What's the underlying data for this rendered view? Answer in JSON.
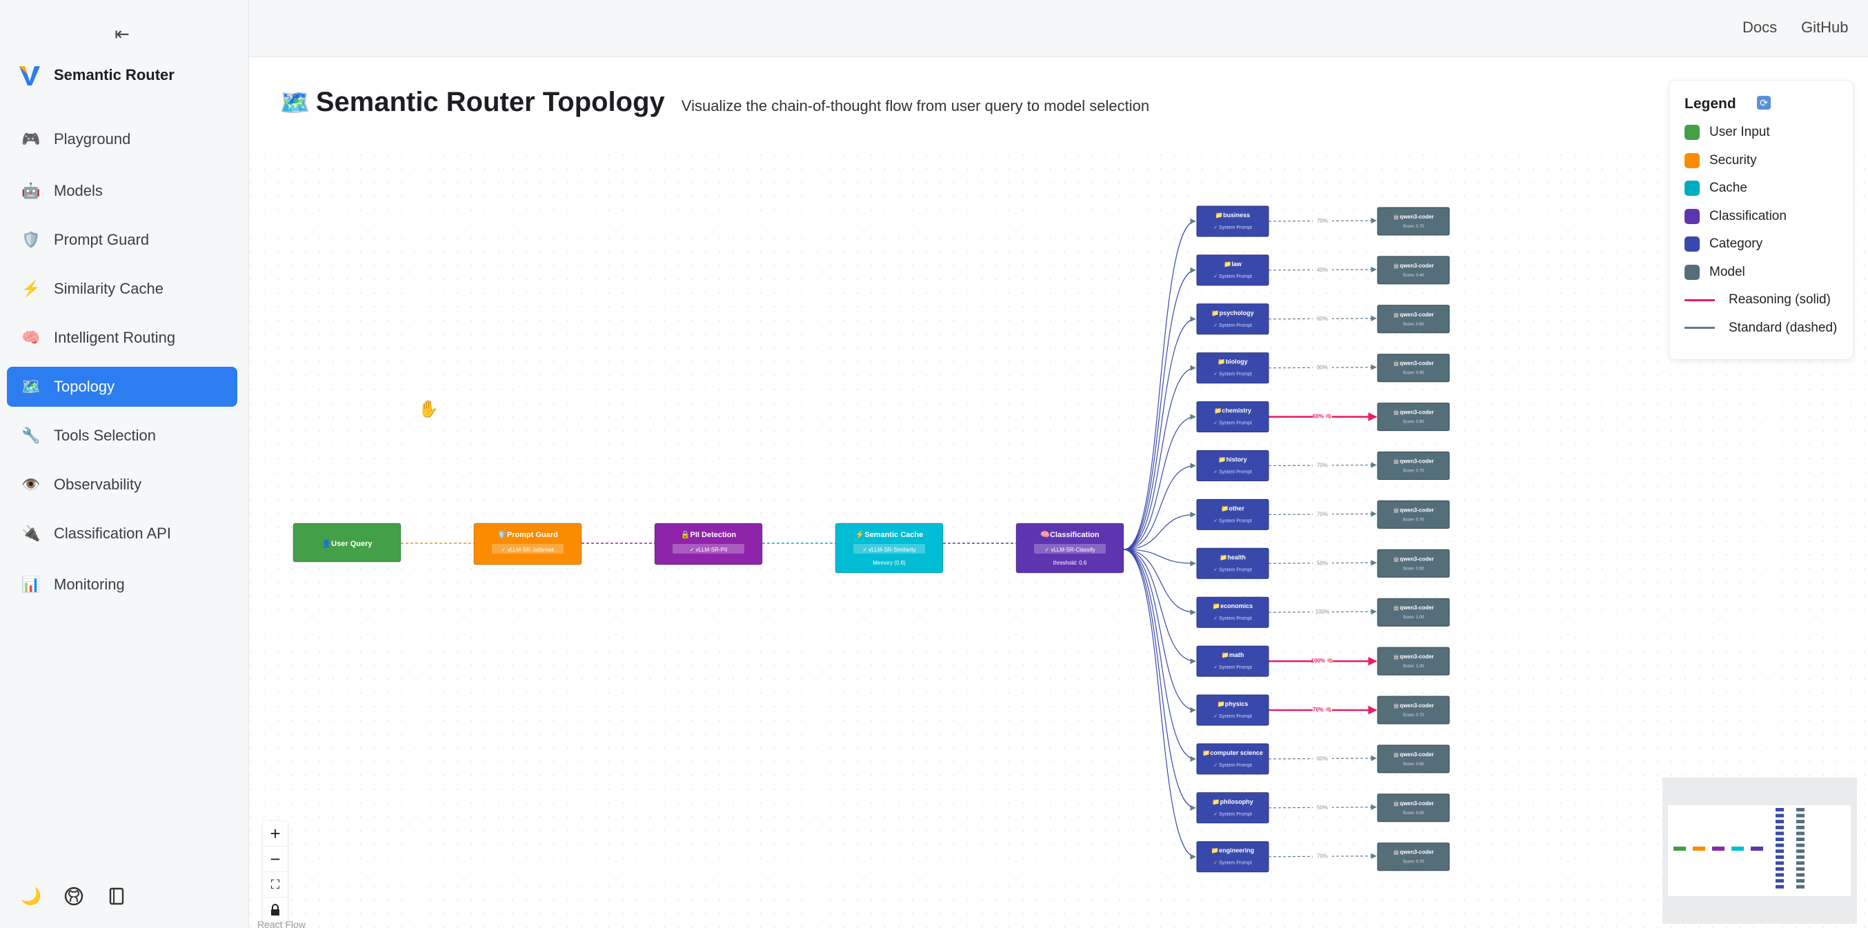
{
  "brand": {
    "name": "Semantic Router",
    "collapse_icon": "collapse-sidebar-icon"
  },
  "sidebar": {
    "items": [
      {
        "label": "Playground",
        "icon": "🎮",
        "active": false
      },
      {
        "label": "Models",
        "icon": "🤖",
        "active": false
      },
      {
        "label": "Prompt Guard",
        "icon": "🛡️",
        "active": false
      },
      {
        "label": "Similarity Cache",
        "icon": "⚡",
        "active": false
      },
      {
        "label": "Intelligent Routing",
        "icon": "🧠",
        "active": false
      },
      {
        "label": "Topology",
        "icon": "🗺️",
        "active": true
      },
      {
        "label": "Tools Selection",
        "icon": "🔧",
        "active": false
      },
      {
        "label": "Observability",
        "icon": "👁️",
        "active": false
      },
      {
        "label": "Classification API",
        "icon": "🔌",
        "active": false
      },
      {
        "label": "Monitoring",
        "icon": "📊",
        "active": false
      }
    ],
    "footer_icons": [
      "moon-icon",
      "github-icon",
      "book-icon"
    ]
  },
  "topbar": {
    "links": [
      "Docs",
      "GitHub"
    ]
  },
  "page": {
    "title_emoji": "🗺️",
    "title": "Semantic Router Topology",
    "subtitle": "Visualize the chain-of-thought flow from user query to model selection"
  },
  "legend": {
    "title": "Legend",
    "items": [
      {
        "label": "User Input",
        "color": "#43a047",
        "kind": "swatch"
      },
      {
        "label": "Security",
        "color": "#fb8c00",
        "kind": "swatch"
      },
      {
        "label": "Cache",
        "color": "#00acc1",
        "kind": "swatch"
      },
      {
        "label": "Classification",
        "color": "#5e35b1",
        "kind": "swatch"
      },
      {
        "label": "Category",
        "color": "#3949ab",
        "kind": "swatch"
      },
      {
        "label": "Model",
        "color": "#546e7a",
        "kind": "swatch"
      },
      {
        "label": "Reasoning (solid)",
        "color": "#e91e63",
        "kind": "line"
      },
      {
        "label": "Standard (dashed)",
        "color": "#607d8b",
        "kind": "line"
      }
    ]
  },
  "pipeline": [
    {
      "label": "👤User Query",
      "sub": "",
      "extra": "",
      "color": "#43a047",
      "edge_color": "#ef8f1c"
    },
    {
      "label": "🛡️Prompt Guard",
      "sub": "✓ vLLM-SR-Jailbreak",
      "extra": "",
      "color": "#fb8c00",
      "edge_color": "#8e24aa"
    },
    {
      "label": "🔒PII Detection",
      "sub": "✓ vLLM-SR-PII",
      "extra": "",
      "color": "#8e24aa",
      "edge_color": "#00acc1"
    },
    {
      "label": "⚡Semantic Cache",
      "sub": "✓ vLLM-SR-Similarity",
      "extra": "Memory (0.8)",
      "color": "#00bcd4",
      "edge_color": "#5e35b1"
    },
    {
      "label": "🧠Classification",
      "sub": "✓ vLLM-SR-Classify",
      "extra": "threshold: 0.6",
      "color": "#5e35b1",
      "edge_color": ""
    }
  ],
  "categories": [
    {
      "name": "📁business",
      "sub": "✓ System Prompt",
      "pct": "70%",
      "reasoning": false,
      "model": "🤖qwen3-coder",
      "score": "Score: 0.70"
    },
    {
      "name": "📁law",
      "sub": "✓ System Prompt",
      "pct": "40%",
      "reasoning": false,
      "model": "🤖qwen3-coder",
      "score": "Score: 0.40"
    },
    {
      "name": "📁psychology",
      "sub": "✓ System Prompt",
      "pct": "60%",
      "reasoning": false,
      "model": "🤖qwen3-coder",
      "score": "Score: 0.60"
    },
    {
      "name": "📁biology",
      "sub": "✓ System Prompt",
      "pct": "90%",
      "reasoning": false,
      "model": "🤖qwen3-coder",
      "score": "Score: 0.90"
    },
    {
      "name": "📁chemistry",
      "sub": "✓ System Prompt",
      "pct": "60% 🧠",
      "reasoning": true,
      "model": "🤖qwen3-coder",
      "score": "Score: 0.60"
    },
    {
      "name": "📁history",
      "sub": "✓ System Prompt",
      "pct": "70%",
      "reasoning": false,
      "model": "🤖qwen3-coder",
      "score": "Score: 0.70"
    },
    {
      "name": "📁other",
      "sub": "✓ System Prompt",
      "pct": "70%",
      "reasoning": false,
      "model": "🤖qwen3-coder",
      "score": "Score: 0.70"
    },
    {
      "name": "📁health",
      "sub": "✓ System Prompt",
      "pct": "50%",
      "reasoning": false,
      "model": "🤖qwen3-coder",
      "score": "Score: 0.50"
    },
    {
      "name": "📁economics",
      "sub": "✓ System Prompt",
      "pct": "100%",
      "reasoning": false,
      "model": "🤖qwen3-coder",
      "score": "Score: 1.00"
    },
    {
      "name": "📁math",
      "sub": "✓ System Prompt",
      "pct": "100% 🧠",
      "reasoning": true,
      "model": "🤖qwen3-coder",
      "score": "Score: 1.00"
    },
    {
      "name": "📁physics",
      "sub": "✓ System Prompt",
      "pct": "70% 🧠",
      "reasoning": true,
      "model": "🤖qwen3-coder",
      "score": "Score: 0.70"
    },
    {
      "name": "📁computer science",
      "sub": "✓ System Prompt",
      "pct": "60%",
      "reasoning": false,
      "model": "🤖qwen3-coder",
      "score": "Score: 0.60"
    },
    {
      "name": "📁philosophy",
      "sub": "✓ System Prompt",
      "pct": "50%",
      "reasoning": false,
      "model": "🤖qwen3-coder",
      "score": "Score: 0.50"
    },
    {
      "name": "📁engineering",
      "sub": "✓ System Prompt",
      "pct": "70%",
      "reasoning": false,
      "model": "🤖qwen3-coder",
      "score": "Score: 0.70"
    }
  ],
  "flow_controls": [
    "zoom-in-icon",
    "zoom-out-icon",
    "fit-view-icon",
    "lock-icon"
  ],
  "attribution": "React Flow",
  "colors": {
    "category": "#3949ab",
    "model": "#546e7a",
    "reasoning": "#e91e63",
    "standard": "#607d8b",
    "accent": "#2c7df0"
  }
}
